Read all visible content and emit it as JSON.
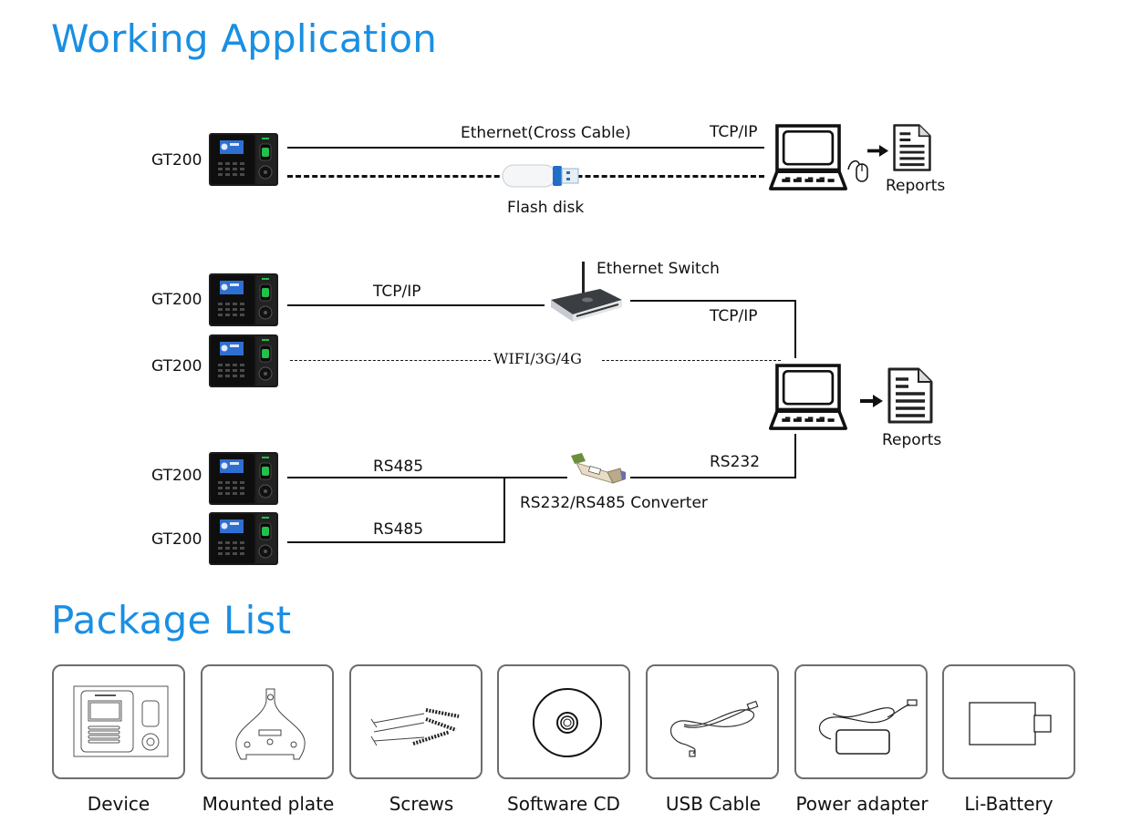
{
  "sections": {
    "working_title": "Working Application",
    "package_title": "Package List"
  },
  "diagram": {
    "device_name": "GT200",
    "scenario1": {
      "ethernet_label": "Ethernet(Cross Cable)",
      "tcpip_label": "TCP/IP",
      "flash_label": "Flash disk",
      "reports_label": "Reports"
    },
    "scenario2": {
      "tcpip_left_label": "TCP/IP",
      "switch_label": "Ethernet Switch",
      "tcpip_right_label": "TCP/IP",
      "wireless_label": "WIFI/3G/4G",
      "rs485_top_label": "RS485",
      "rs485_bottom_label": "RS485",
      "converter_label": "RS232/RS485 Converter",
      "rs232_label": "RS232",
      "reports_label": "Reports"
    },
    "icons": {
      "device": "fingerprint-terminal-icon",
      "computer": "computer-icon",
      "report": "report-document-icon",
      "flash": "usb-flash-disk-icon",
      "switch": "ethernet-switch-icon",
      "converter": "rs232-rs485-converter-icon",
      "arrow": "arrow-right-icon",
      "mouse": "mouse-icon"
    }
  },
  "package_list": [
    {
      "label": "Device",
      "icon": "device-icon"
    },
    {
      "label": "Mounted plate",
      "icon": "mounting-plate-icon"
    },
    {
      "label": "Screws",
      "icon": "screws-icon"
    },
    {
      "label": "Software CD",
      "icon": "cd-icon"
    },
    {
      "label": "USB Cable",
      "icon": "usb-cable-icon"
    },
    {
      "label": "Power adapter",
      "icon": "power-adapter-icon"
    },
    {
      "label": "Li-Battery",
      "icon": "battery-icon"
    }
  ],
  "colors": {
    "title_blue": "#1a8fe3",
    "line": "#111111",
    "box_border": "#6d6d6d"
  }
}
